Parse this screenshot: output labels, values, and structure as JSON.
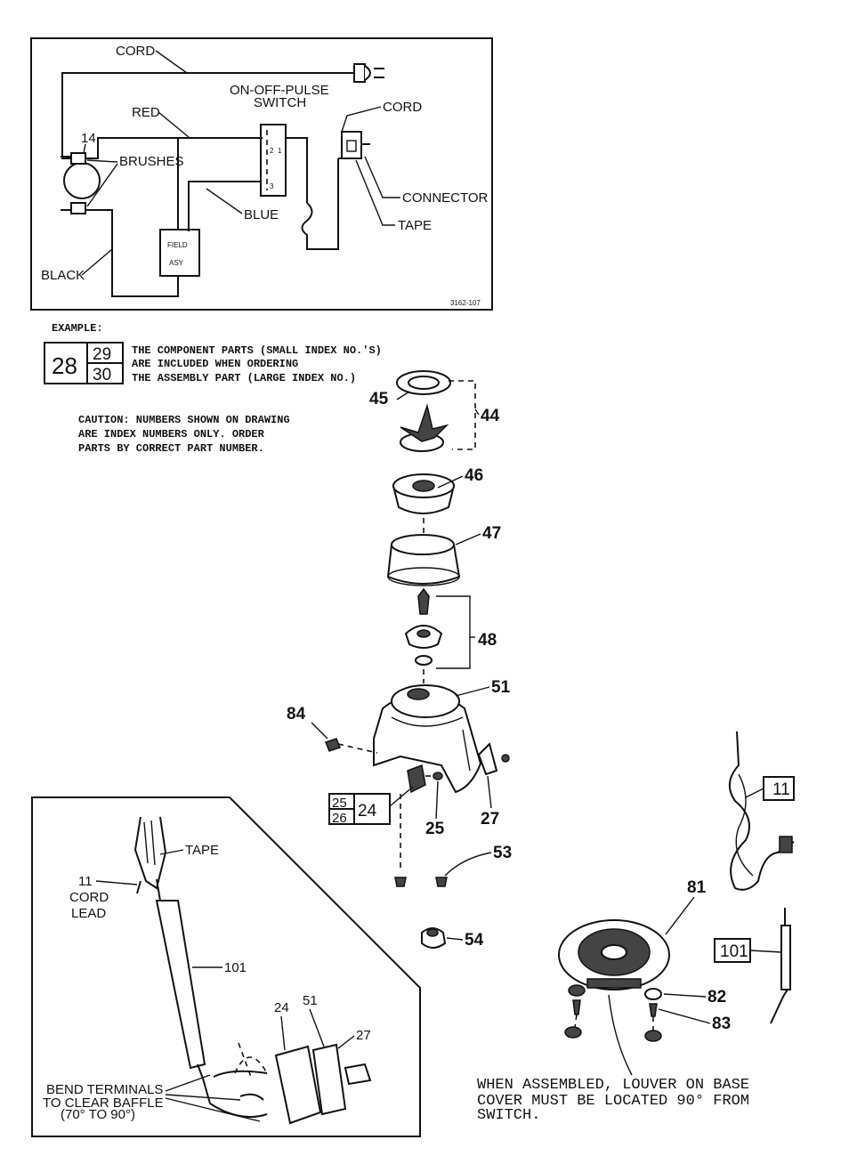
{
  "wiring": {
    "cord_top": "CORD",
    "switch_title_1": "ON-OFF-PULSE",
    "switch_title_2": "SWITCH",
    "red": "RED",
    "cord_right": "CORD",
    "num_14": "14",
    "brushes": "BRUSHES",
    "connector": "CONNECTOR",
    "blue": "BLUE",
    "tape": "TAPE",
    "field_1": "FIELD",
    "field_2": "ASY",
    "black": "BLACK",
    "drawing_no": "3162-107",
    "sw_1": "2",
    "sw_2": "1",
    "sw_3": "3"
  },
  "example": {
    "title": "EXAMPLE:",
    "big": "28",
    "small_top": "29",
    "small_bottom": "30",
    "line1": "THE COMPONENT PARTS (SMALL INDEX NO.'S)",
    "line2": "ARE INCLUDED WHEN ORDERING",
    "line3": "THE ASSEMBLY PART (LARGE INDEX NO.)"
  },
  "caution": {
    "line1": "CAUTION: NUMBERS SHOWN ON DRAWING",
    "line2": "ARE INDEX NUMBERS ONLY. ORDER",
    "line3": "PARTS BY CORRECT PART NUMBER."
  },
  "parts": {
    "p45": "45",
    "p44": "44",
    "p46": "46",
    "p47": "47",
    "p48": "48",
    "p51": "51",
    "p84": "84",
    "p25a": "25",
    "p26": "26",
    "p24": "24",
    "p25": "25",
    "p27": "27",
    "p53": "53",
    "p54": "54",
    "p11": "11",
    "p81": "81",
    "p101": "101",
    "p82": "82",
    "p83": "83"
  },
  "inset": {
    "tape": "TAPE",
    "num_11": "11",
    "cord": "CORD",
    "lead": "LEAD",
    "num_101": "101",
    "num_24": "24",
    "num_51": "51",
    "num_27": "27",
    "bend1": "BEND TERMINALS",
    "bend2": "TO CLEAR BAFFLE",
    "bend3": "(70° TO 90°)"
  },
  "note": {
    "line1": "WHEN ASSEMBLED, LOUVER ON BASE",
    "line2": "COVER MUST BE LOCATED 90° FROM",
    "line3": "SWITCH."
  }
}
